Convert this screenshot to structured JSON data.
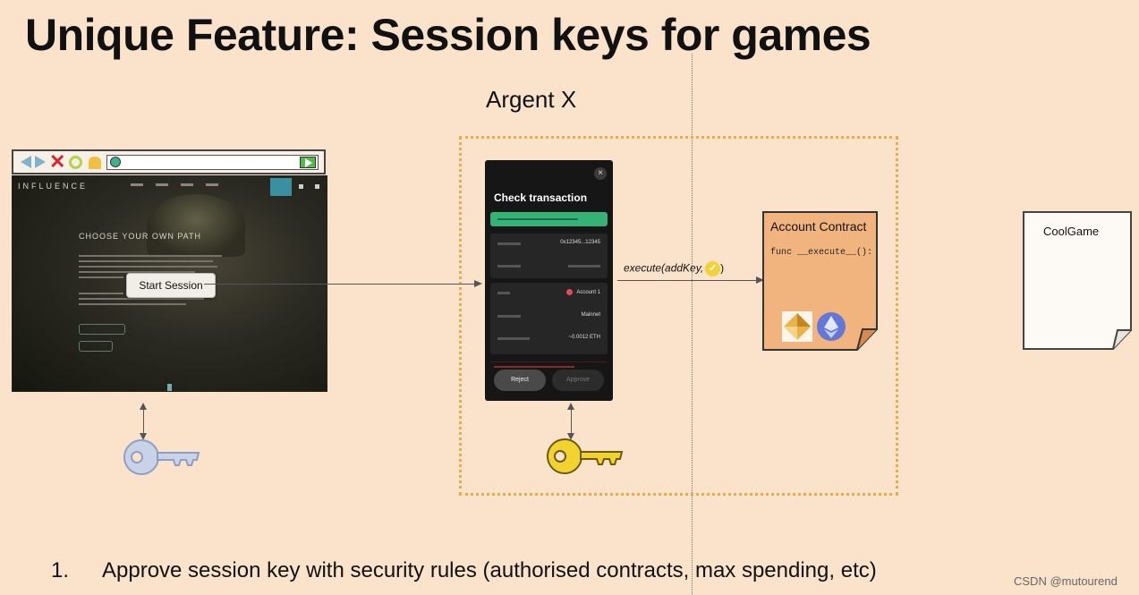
{
  "title": "Unique Feature: Session keys for games",
  "wallet_label": "Argent X",
  "browser": {
    "logo": "INFLUENCE",
    "headline": "CHOOSE YOUR OWN PATH",
    "start_session_button": "Start Session"
  },
  "wallet_popup": {
    "title": "Check transaction",
    "close_glyph": "×",
    "contract_value": "0x12345...12345",
    "from_value": "Account 1",
    "network_value": "Mainnet",
    "fee_value": "~0.0012 ETH",
    "reject_label": "Reject",
    "approve_label": "Approve"
  },
  "execute_call": "execute(addKey,",
  "execute_close": ")",
  "check_glyph": "✓",
  "account_contract": {
    "title": "Account Contract",
    "code": "func __execute__():"
  },
  "coolgame": {
    "title": "CoolGame"
  },
  "footer": {
    "number": "1.",
    "text": "Approve session key with security rules (authorised contracts, max spending, etc)"
  },
  "credit": "CSDN @mutourend",
  "colors": {
    "background": "#fbe3cb",
    "dotted_box": "#e7ad46",
    "account_contract_fill": "#f2b47e",
    "session_key": "#f2d22e",
    "user_key": "#c9d3e8",
    "eth_purple": "#6577d6"
  },
  "icons": [
    "back-icon",
    "forward-icon",
    "close-icon",
    "reload-icon",
    "home-icon",
    "go-icon",
    "user-key-icon",
    "session-key-icon",
    "starknet-icon",
    "ethereum-icon"
  ]
}
